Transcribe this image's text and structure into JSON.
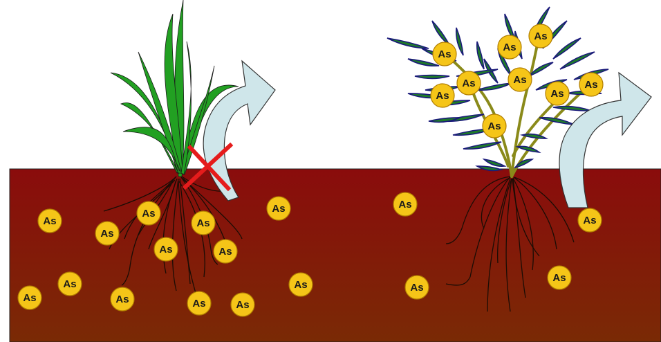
{
  "particle": {
    "label": "As",
    "fill": "#f5c518",
    "stroke": "#b07d00"
  },
  "colors": {
    "soil_top": "#8a0c0c",
    "soil_bottom": "#7a2a05",
    "root": "#1a0d05",
    "grass_leaf": "#22a022",
    "fern_leaf": "#1e7a2a",
    "fern_leaf_edge": "#1a1a7a",
    "fern_stem": "#8a8a1a",
    "arrow_fill": "#cfe6ea",
    "arrow_stroke": "#333333",
    "cross": "#e51c1c"
  },
  "plants": [
    {
      "name": "grass",
      "uptake_blocked": true
    },
    {
      "name": "fern",
      "uptake_blocked": false
    }
  ]
}
